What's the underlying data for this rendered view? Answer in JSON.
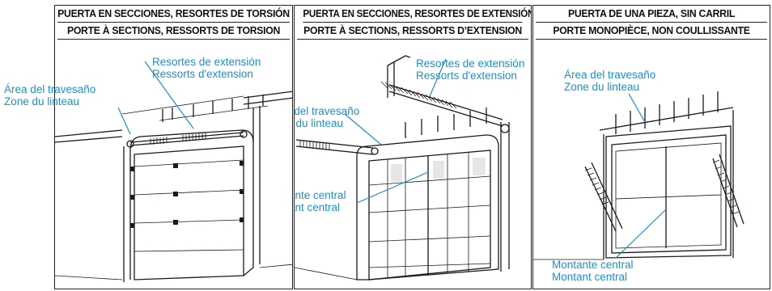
{
  "panels": [
    {
      "header_es": "PUERTA EN SECCIONES, RESORTES DE TORSIÓN",
      "header_fr": "PORTE À SECTIONS, RESSORTS DE TORSION",
      "spring_label_es": "Resortes de extensión",
      "spring_label_fr": "Ressorts d'extension",
      "header_area_es": "Área del travesaño",
      "header_area_fr": "Zone du linteau"
    },
    {
      "header_es": "PUERTA EN SECCIONES, RESORTES DE EXTENSIÓN",
      "header_fr": "PORTE À SECTIONS, RESSORTS D’EXTENSION",
      "spring_label_es": "Resortes de extensión",
      "spring_label_fr": "Ressorts d'extension",
      "header_area_es": "Área del travesaño",
      "header_area_fr": "Zone du linteau",
      "center_stile_es": "Montante central",
      "center_stile_fr": "Montant central"
    },
    {
      "header_es": "PUERTA DE UNA PIEZA, SIN CARRIL",
      "header_fr": "PORTE MONOPIÈCE, NON COULLISSANTE",
      "header_area_es": "Área del travesaño",
      "header_area_fr": "Zone du linteau",
      "center_stile_es": "Montante central",
      "center_stile_fr": "Montant central"
    }
  ],
  "colors": {
    "label": "#1e8fc8",
    "line_art": "#1a1a1a",
    "border": "#222222"
  }
}
